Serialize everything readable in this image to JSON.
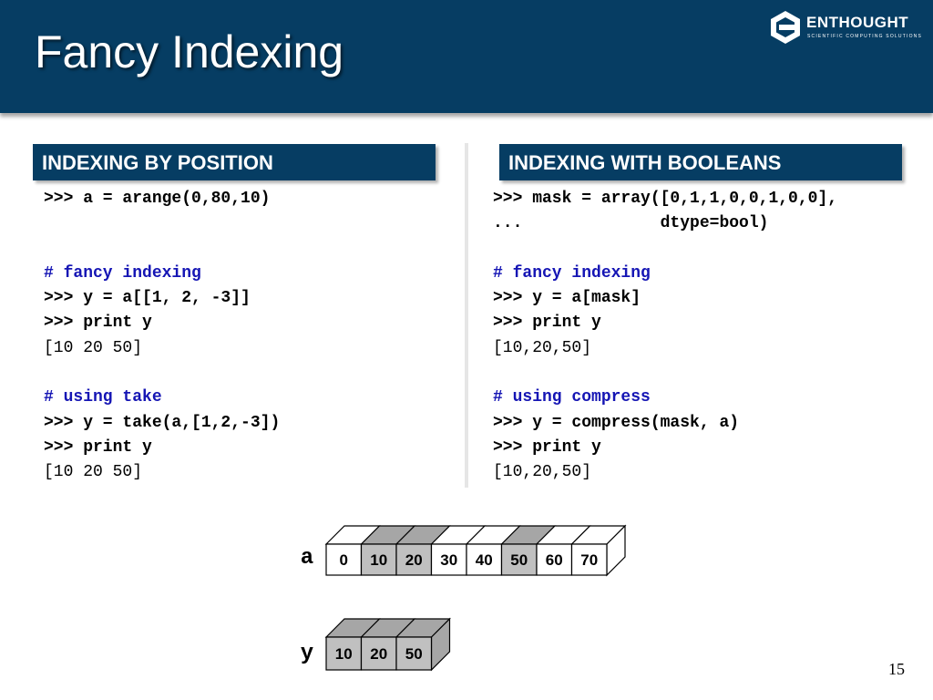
{
  "slide": {
    "title": "Fancy Indexing",
    "page_number": "15"
  },
  "logo": {
    "name": "ENTHOUGHT",
    "tagline": "SCIENTIFIC COMPUTING SOLUTIONS"
  },
  "left": {
    "header": "INDEXING BY POSITION",
    "lines": [
      {
        "text": ">>> a = arange(0,80,10)",
        "kind": "code"
      },
      {
        "text": "",
        "kind": "blank"
      },
      {
        "text": "",
        "kind": "blank"
      },
      {
        "text": "# fancy indexing",
        "kind": "comment"
      },
      {
        "text": ">>> y = a[[1, 2, -3]]",
        "kind": "code"
      },
      {
        "text": ">>> print y",
        "kind": "code"
      },
      {
        "text": "[10 20 50]",
        "kind": "output"
      },
      {
        "text": "",
        "kind": "blank"
      },
      {
        "text": "# using take",
        "kind": "comment"
      },
      {
        "text": ">>> y = take(a,[1,2,-3])",
        "kind": "code"
      },
      {
        "text": ">>> print y",
        "kind": "code"
      },
      {
        "text": "[10 20 50]",
        "kind": "output"
      }
    ]
  },
  "right": {
    "header": "INDEXING WITH BOOLEANS",
    "lines": [
      {
        "text": ">>> mask = array([0,1,1,0,0,1,0,0],",
        "kind": "code"
      },
      {
        "text": "...              dtype=bool)",
        "kind": "code"
      },
      {
        "text": "",
        "kind": "blank"
      },
      {
        "text": "# fancy indexing",
        "kind": "comment"
      },
      {
        "text": ">>> y = a[mask]",
        "kind": "code"
      },
      {
        "text": ">>> print y",
        "kind": "code"
      },
      {
        "text": "[10,20,50]",
        "kind": "output"
      },
      {
        "text": "",
        "kind": "blank"
      },
      {
        "text": "# using compress",
        "kind": "comment"
      },
      {
        "text": ">>> y = compress(mask, a)",
        "kind": "code"
      },
      {
        "text": ">>> print y",
        "kind": "code"
      },
      {
        "text": "[10,20,50]",
        "kind": "output"
      }
    ]
  },
  "diagram": {
    "array_a": {
      "label": "a",
      "cells": [
        "0",
        "10",
        "20",
        "30",
        "40",
        "50",
        "60",
        "70"
      ],
      "highlighted": [
        1,
        2,
        5
      ]
    },
    "array_y": {
      "label": "y",
      "cells": [
        "10",
        "20",
        "50"
      ]
    }
  },
  "colors": {
    "navy": "#063d63",
    "comment_blue": "#1515b4",
    "highlight_gray": "#c0c0c0",
    "box_top_gray": "#a6a6a6",
    "box_side_gray": "#a6a6a6"
  }
}
